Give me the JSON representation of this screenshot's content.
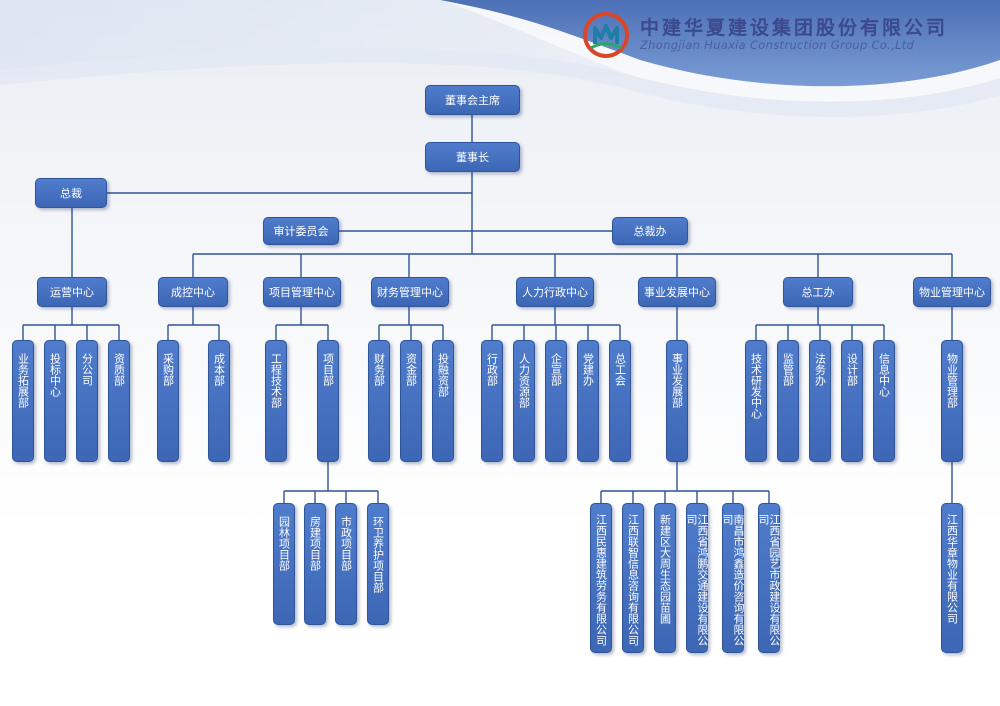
{
  "brand": {
    "name_cn": "中建华夏建设集团股份有限公司",
    "name_en": "Zhongjian Huaxia Construction Group Co.,Ltd",
    "logo_icon": "company-logo-icon",
    "colors": {
      "box": "#4271be",
      "line": "#2f5497",
      "logo_red": "#d9472b",
      "logo_teal": "#1f7ea8"
    }
  },
  "top": {
    "chairman": "董事会主席",
    "ceo": "董事长",
    "president": "总裁",
    "audit": "审计委员会",
    "office": "总裁办"
  },
  "centers": [
    {
      "label": "运营中心",
      "depts": [
        "业务拓展部",
        "投标中心",
        "分公司",
        "资质部"
      ]
    },
    {
      "label": "成控中心",
      "depts": [
        "采购部",
        "成本部"
      ]
    },
    {
      "label": "项目管理中心",
      "depts": [
        "工程技术部",
        "项目部"
      ]
    },
    {
      "label": "财务管理中心",
      "depts": [
        "财务部",
        "资金部",
        "投融资部"
      ]
    },
    {
      "label": "人力行政中心",
      "depts": [
        "行政部",
        "人力资源部",
        "企宣部",
        "党建办",
        "总工会"
      ]
    },
    {
      "label": "事业发展中心",
      "depts": [
        "事业发展部"
      ]
    },
    {
      "label": "总工办",
      "depts": [
        "技术研发中心",
        "监管部",
        "法务办",
        "设计部",
        "信息中心"
      ]
    },
    {
      "label": "物业管理中心",
      "depts": [
        "物业管理部"
      ]
    }
  ],
  "project_subs": [
    "园林项目部",
    "房建项目部",
    "市政项目部",
    "环卫养护项目部"
  ],
  "business_subs": [
    "江西民惠建筑劳务有限公司",
    "江西联智信息咨询有限公司",
    "新建区大周生态园苗圃",
    "江西省鸿鹏交通建设有限公司",
    "南昌市鸿鑫造价咨询有限公司",
    "江西省园艺市政建设有限公司"
  ],
  "property_subs": [
    "江西华章物业有限公司"
  ]
}
